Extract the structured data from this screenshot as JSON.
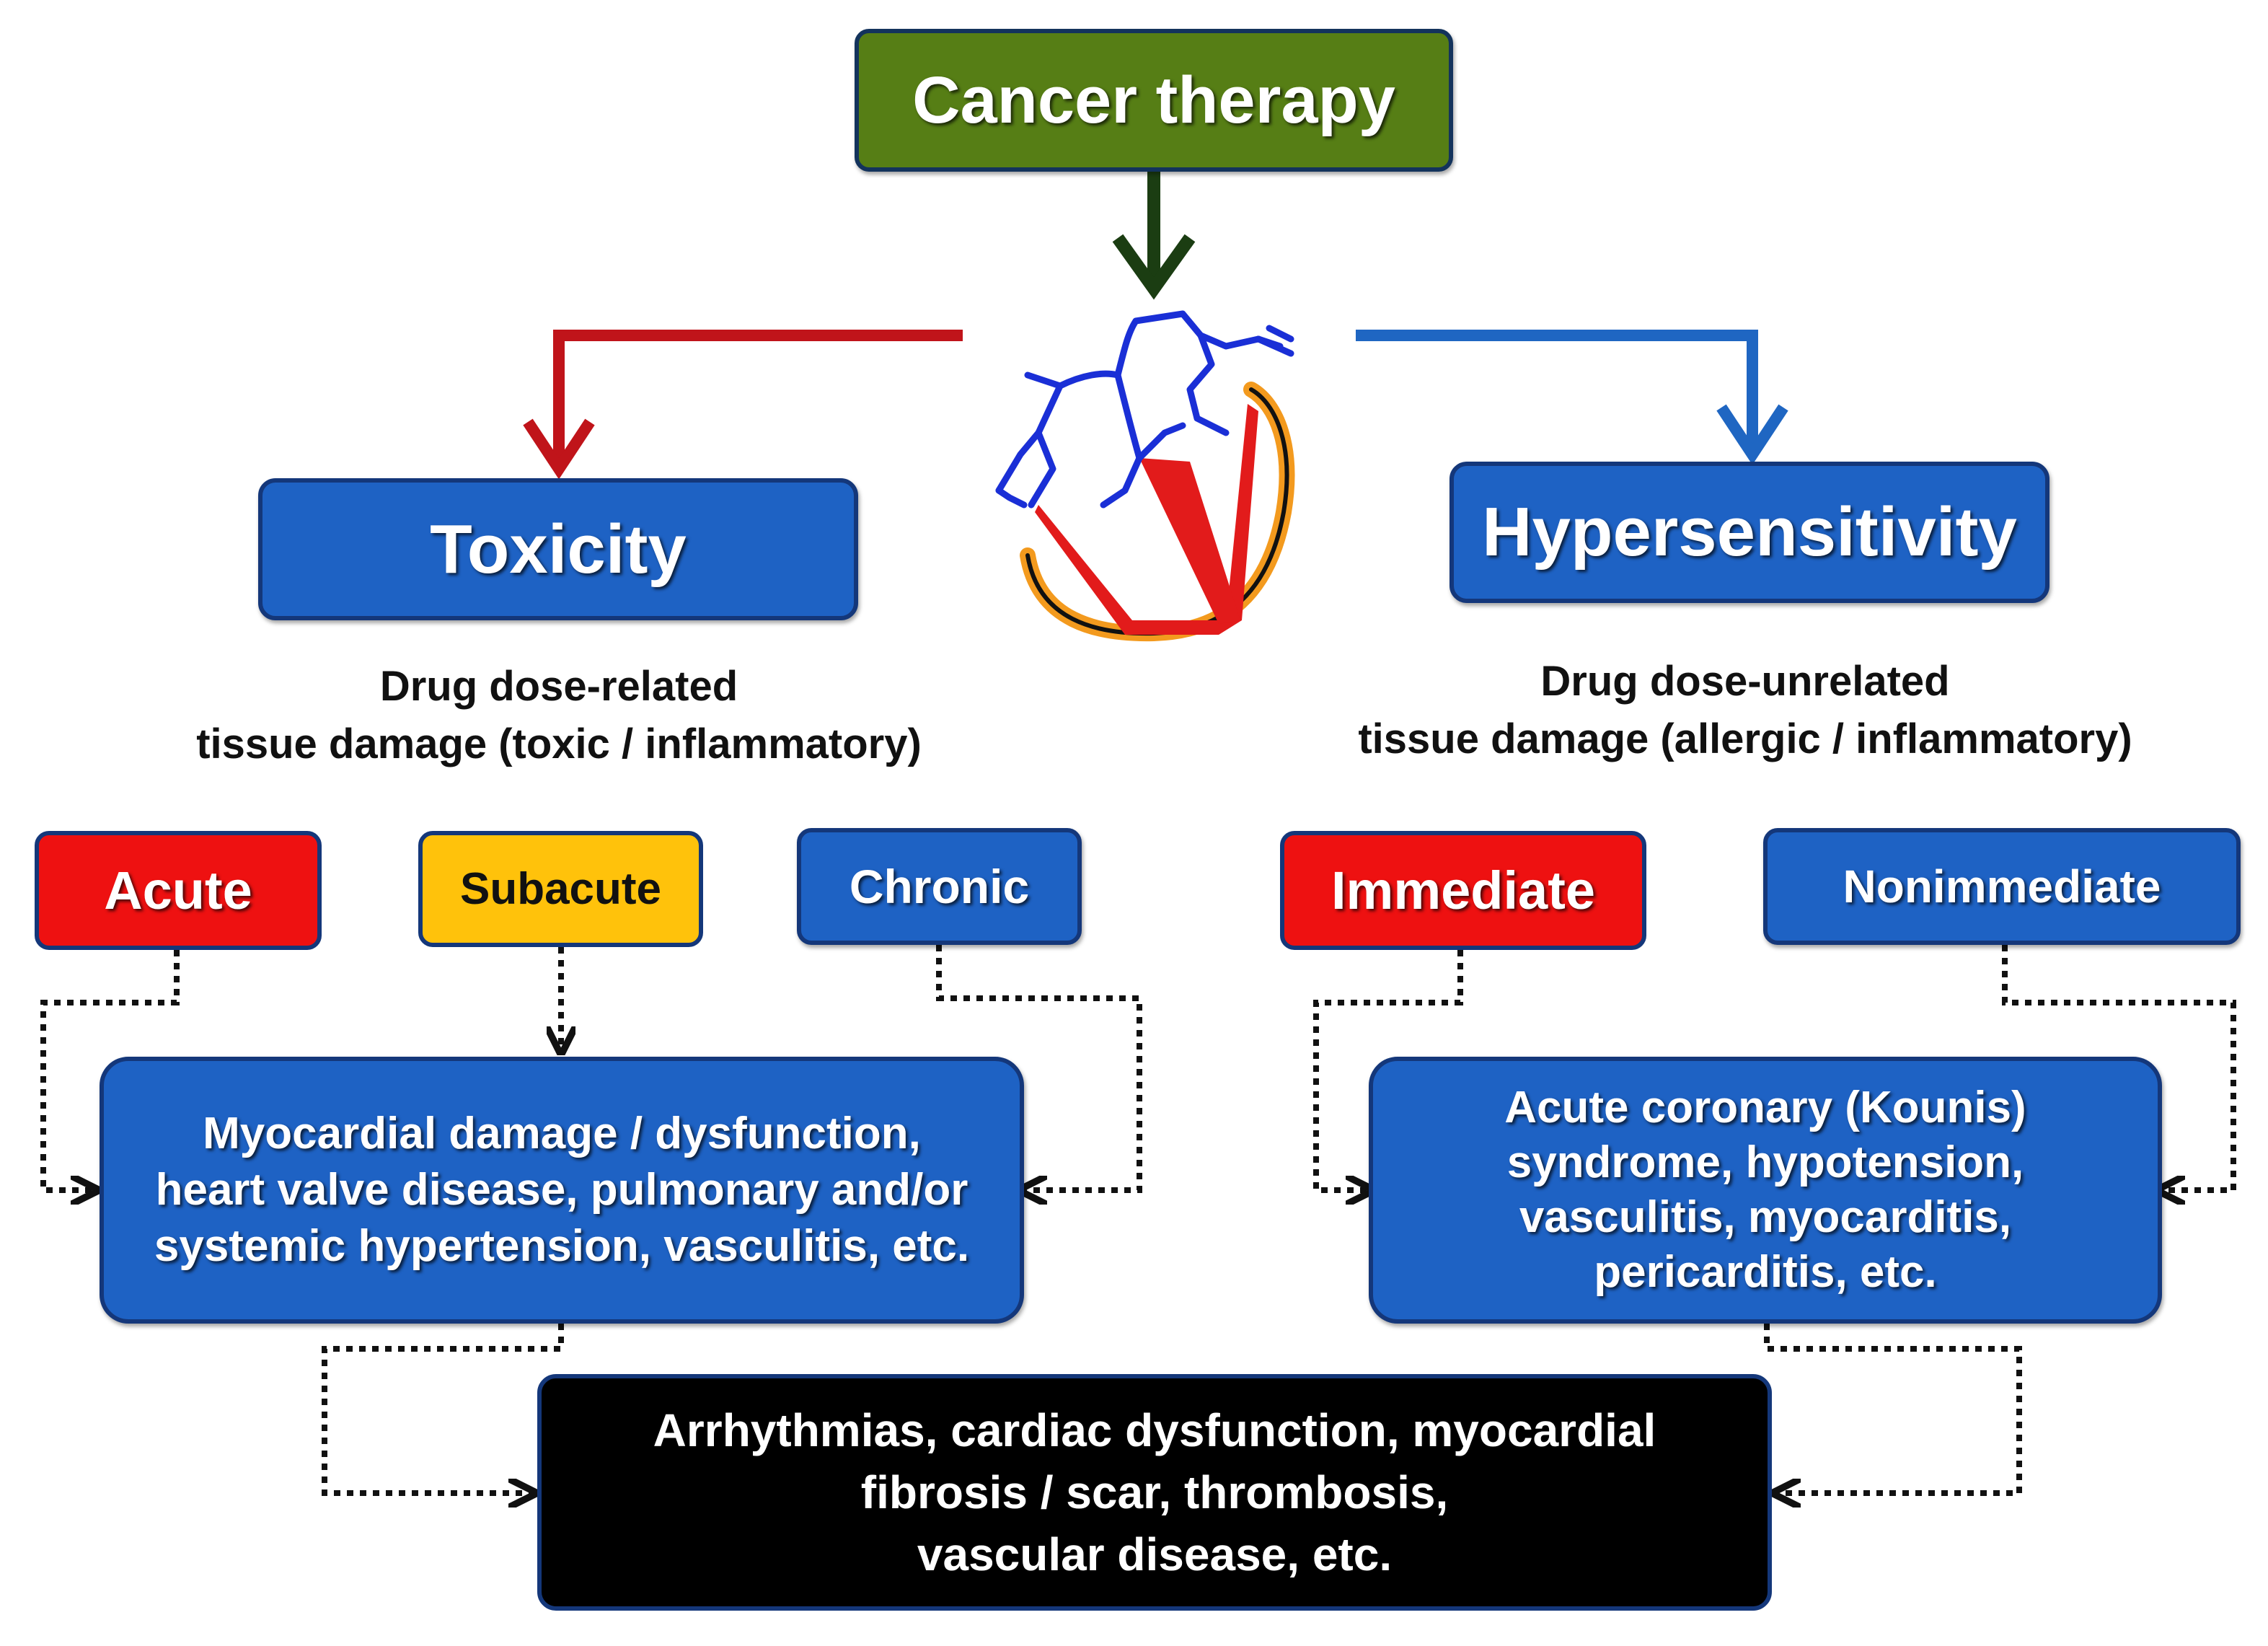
{
  "root": {
    "label": "Cancer therapy"
  },
  "branches": {
    "toxicity": {
      "label": "Toxicity",
      "description": "Drug dose-related\ntissue damage (toxic / inflammatory)",
      "onsets": [
        "Acute",
        "Subacute",
        "Chronic"
      ],
      "outcome": "Myocardial damage / dysfunction,\nheart valve disease,  pulmonary and/or\nsystemic hypertension, vasculitis, etc."
    },
    "hypersensitivity": {
      "label": "Hypersensitivity",
      "description": "Drug dose-unrelated\ntissue damage (allergic / inflammatory)",
      "onsets": [
        "Immediate",
        "Nonimmediate"
      ],
      "outcome": "Acute coronary (Kounis)\nsyndrome, hypotension,\nvasculitis, myocarditis,\npericarditis, etc."
    }
  },
  "common_outcome": "Arrhythmias,  cardiac dysfunction,  myocardial\nfibrosis  / scar, thrombosis,\nvascular disease, etc.",
  "colors": {
    "root": "#567e15",
    "box_blue": "#1e62c4",
    "acute": "#ee1111",
    "subacute": "#ffc20b",
    "immediate": "#ee1111",
    "common": "#000000",
    "toxicity_arrow": "#c0141a",
    "hypersensitivity_arrow": "#1f66c2"
  },
  "icons": {
    "heart": "heart-icon"
  }
}
